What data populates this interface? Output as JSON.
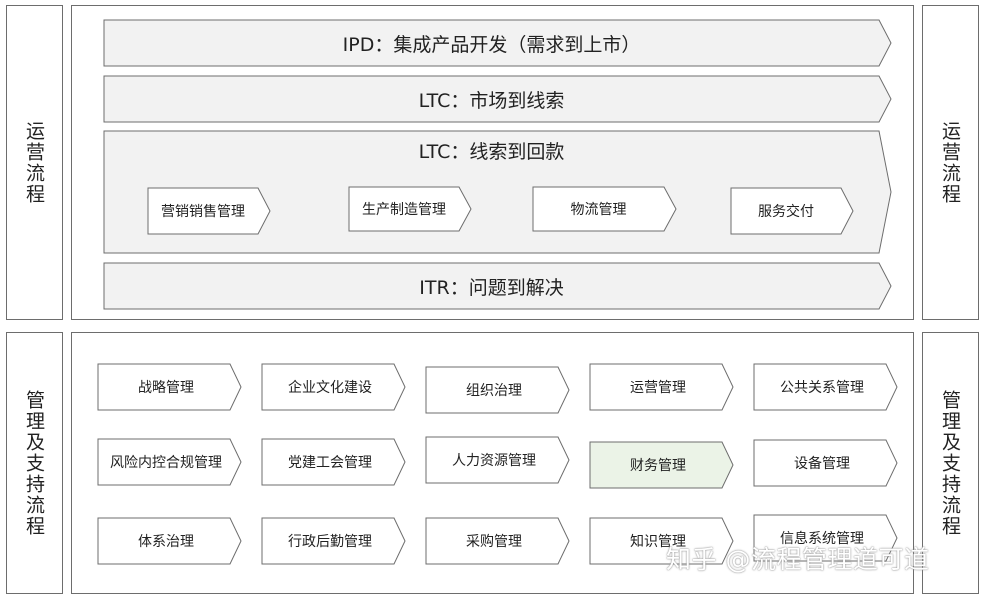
{
  "left": {
    "ops_label": "运营流程",
    "mgmt_label": "管理及支持流程"
  },
  "right": {
    "ops_label": "运营流程",
    "mgmt_label": "管理及支持流程"
  },
  "ops": {
    "ipd": "IPD：集成产品开发（需求到上市）",
    "ltc_market": "LTC：市场到线索",
    "ltc_cash": {
      "title": "LTC：线索到回款",
      "steps": [
        "营销销售管理",
        "生产制造管理",
        "物流管理",
        "服务交付"
      ]
    },
    "itr": "ITR：问题到解决"
  },
  "mgmt": {
    "rows": [
      [
        "战略管理",
        "企业文化建设",
        "组织治理",
        "运营管理",
        "公共关系管理"
      ],
      [
        "风险内控合规管理",
        "党建工会管理",
        "人力资源管理",
        "财务管理",
        "设备管理"
      ],
      [
        "体系治理",
        "行政后勤管理",
        "采购管理",
        "知识管理",
        "信息系统管理"
      ]
    ],
    "highlight_color": "#ebf3e7",
    "default_color": "#ffffff"
  },
  "colors": {
    "band_fill": "#f2f2f2",
    "stroke": "#6d6d6d"
  },
  "watermark": "知乎 @流程管理道可道"
}
